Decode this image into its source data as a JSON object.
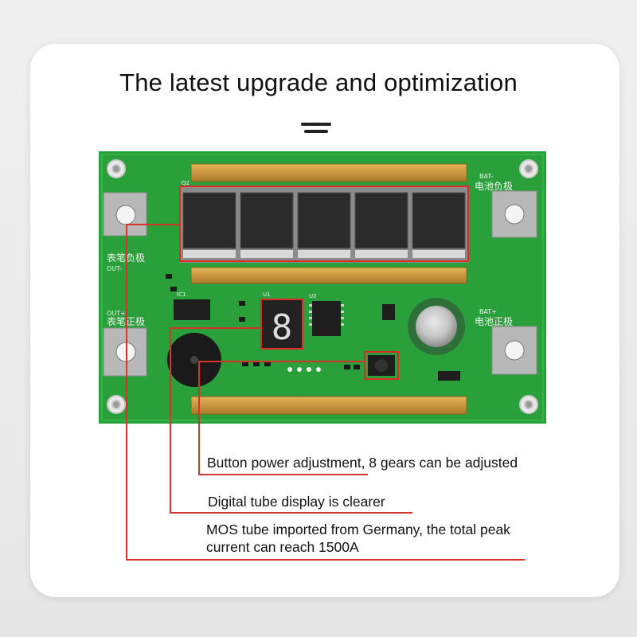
{
  "page": {
    "title": "The latest upgrade and optimization"
  },
  "board": {
    "labels": {
      "bat_neg": "BAT-",
      "bat_neg_cn": "电池负极",
      "bat_pos": "BAT+",
      "bat_pos_cn": "电池正极",
      "out_neg": "OUT-",
      "out_neg_cn": "表笔负极",
      "out_pos": "OUT+",
      "out_pos_cn": "表笔正极",
      "q2": "Q2",
      "u1": "U1",
      "u2": "U2",
      "ic1": "IC1",
      "digit": "8"
    },
    "mosfet_count": 5
  },
  "callouts": [
    "Button power adjustment, 8 gears can be adjusted",
    "Digital tube display is clearer",
    "MOS tube imported from Germany, the total peak",
    "current can reach 1500A"
  ],
  "colors": {
    "pcb_green": "#27a33a",
    "callout_red": "#d9322b"
  }
}
